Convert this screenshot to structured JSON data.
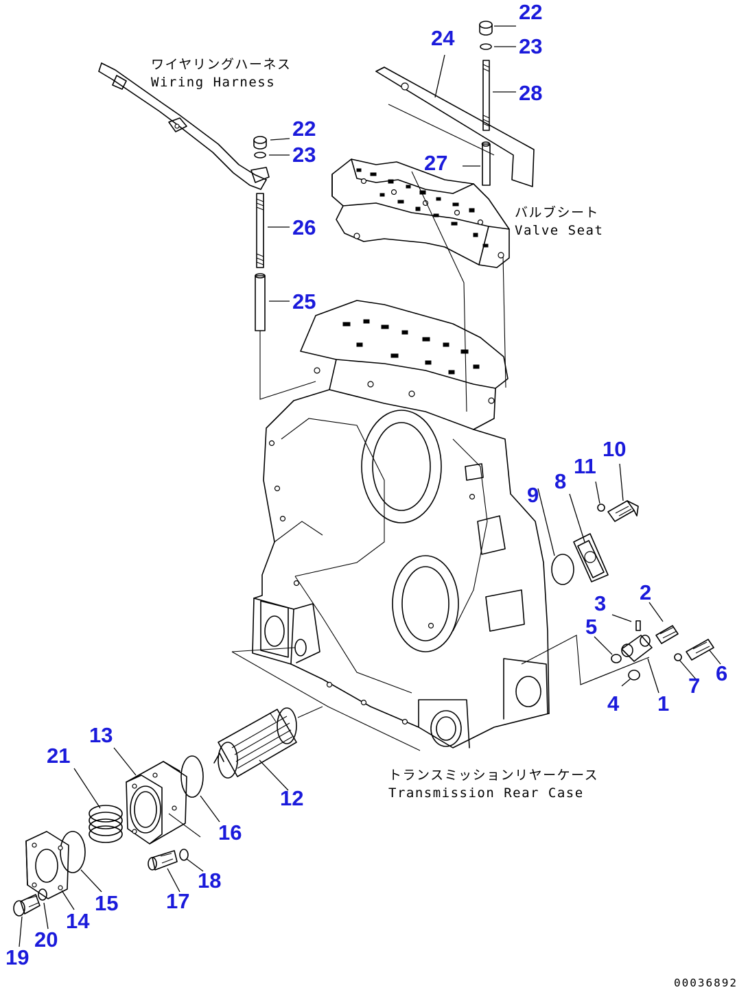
{
  "callouts": {
    "c1": "1",
    "c2": "2",
    "c3": "3",
    "c4": "4",
    "c5": "5",
    "c6": "6",
    "c7": "7",
    "c8": "8",
    "c9": "9",
    "c10": "10",
    "c11": "11",
    "c12": "12",
    "c13": "13",
    "c14": "14",
    "c15": "15",
    "c16": "16",
    "c17": "17",
    "c18": "18",
    "c19": "19",
    "c20": "20",
    "c21": "21",
    "c22a": "22",
    "c22b": "22",
    "c23a": "23",
    "c23b": "23",
    "c24": "24",
    "c25": "25",
    "c26": "26",
    "c27": "27",
    "c28": "28"
  },
  "labels": {
    "wiring_harness_jp": "ワイヤリングハーネス",
    "wiring_harness_en": "Wiring Harness",
    "valve_seat_jp": "バルブシート",
    "valve_seat_en": "Valve Seat",
    "rear_case_jp": "トランスミッションリヤーケース",
    "rear_case_en": "Transmission Rear Case"
  },
  "drawing_code": "00036892"
}
